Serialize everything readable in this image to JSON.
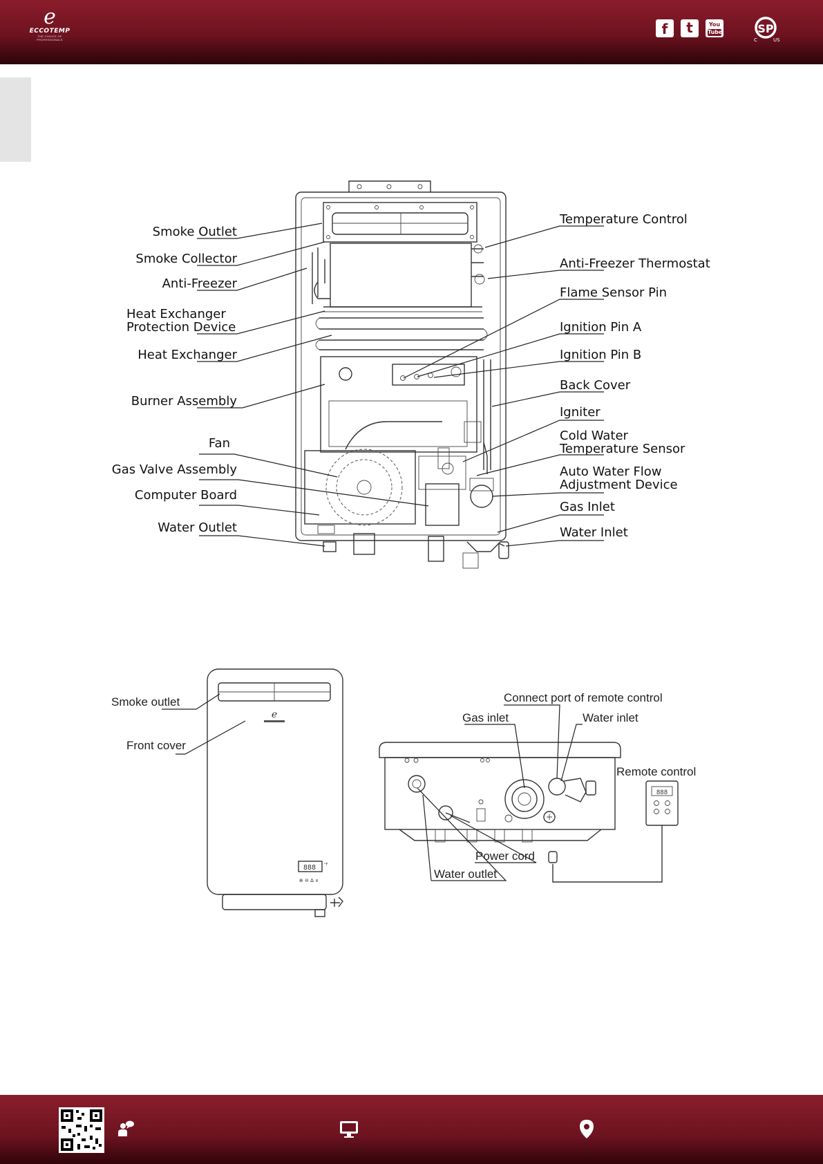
{
  "header": {
    "brand": "ECCOTEMP",
    "brand_tagline": "THE CHOICE OF PROFESSIONALS",
    "social_icons": [
      "facebook-icon",
      "twitter-icon",
      "youtube-icon"
    ],
    "facebook_glyph": "f",
    "twitter_glyph": "t",
    "youtube_top": "You",
    "youtube_bottom": "Tube",
    "cert": {
      "mark": "SP",
      "left": "C",
      "right": "US"
    }
  },
  "diagram1": {
    "left_labels": {
      "smoke_outlet": "Smoke Outlet",
      "smoke_collector": "Smoke Collector",
      "anti_freezer": "Anti-Freezer",
      "hx_protection_1": "Heat Exchanger",
      "hx_protection_2": "Protection Device",
      "heat_exchanger": "Heat Exchanger",
      "burner_assembly": "Burner Assembly",
      "fan": "Fan",
      "gas_valve_assembly": "Gas Valve Assembly",
      "computer_board": "Computer Board",
      "water_outlet": "Water Outlet"
    },
    "right_labels": {
      "temperature_control": "Temperature Control",
      "anti_freezer_thermostat": "Anti-Freezer Thermostat",
      "flame_sensor_pin": "Flame Sensor Pin",
      "ignition_pin_a": "Ignition Pin A",
      "ignition_pin_b": "Ignition Pin B",
      "back_cover": "Back Cover",
      "igniter": "Igniter",
      "cold_water_1": "Cold Water",
      "cold_water_2": "Temperature Sensor",
      "auto_flow_1": "Auto Water Flow",
      "auto_flow_2": "Adjustment Device",
      "gas_inlet": "Gas Inlet",
      "water_inlet": "Water Inlet"
    }
  },
  "diagram2": {
    "smoke_outlet": "Smoke outlet",
    "front_cover": "Front cover",
    "display": "888",
    "display_small": "°F",
    "panel_buttons": "⊕ ⊖ ∆ ∨"
  },
  "diagram3": {
    "connect_port": "Connect port of remote control",
    "gas_inlet": "Gas inlet",
    "water_inlet": "Water inlet",
    "remote_control": "Remote control",
    "remote_display": "888",
    "power_cord": "Power cord",
    "water_outlet": "Water outlet"
  },
  "footer": {
    "icons": [
      "qr-code",
      "chat-icon",
      "monitor-icon",
      "location-pin-icon"
    ]
  }
}
